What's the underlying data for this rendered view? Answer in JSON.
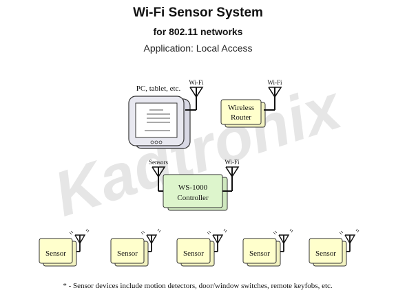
{
  "header": {
    "title": "Wi-Fi Sensor System",
    "subtitle": "for 802.11 networks",
    "application": "Application: Local Access"
  },
  "watermark": {
    "text": "Kadtronix"
  },
  "pc": {
    "label": "PC, tablet, etc.",
    "antenna_label": "Wi-Fi"
  },
  "router": {
    "label_line1": "Wireless",
    "label_line2": "Router",
    "antenna_label": "Wi-Fi"
  },
  "controller": {
    "label_line1": "WS-1000",
    "label_line2": "Controller",
    "left_antenna_label": "Sensors",
    "right_antenna_label": "Wi-Fi"
  },
  "sensors": [
    {
      "label": "Sensor"
    },
    {
      "label": "Sensor"
    },
    {
      "label": "Sensor"
    },
    {
      "label": "Sensor"
    },
    {
      "label": "Sensor"
    }
  ],
  "footnote": "* - Sensor devices include motion detectors, door/window switches, remote keyfobs, etc.",
  "colors": {
    "router_fill": "#ffffcc",
    "controller_fill": "#ddf5cc",
    "sensor_fill": "#ffffcc",
    "pc_fill": "#e8e8f0",
    "watermark": "#e6e6e6"
  }
}
